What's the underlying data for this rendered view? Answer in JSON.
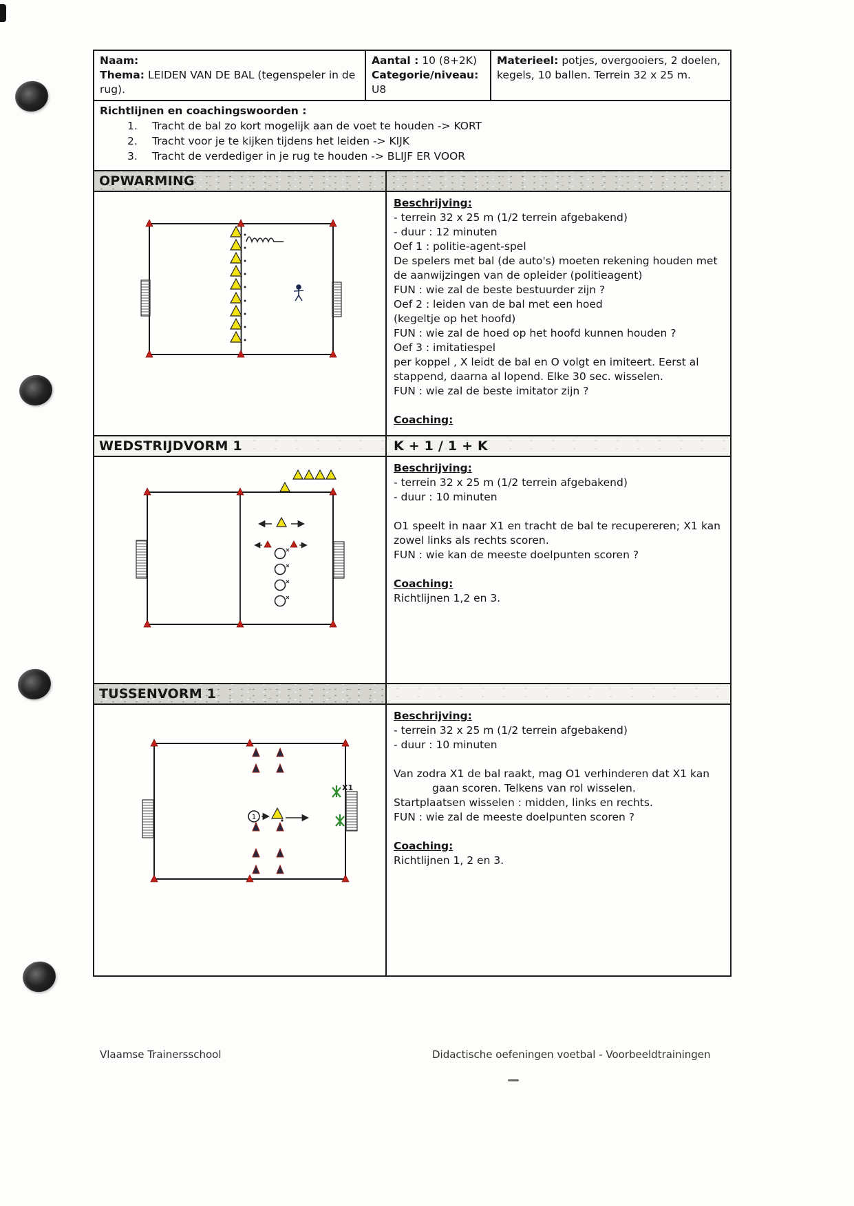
{
  "info": {
    "naam_label": "Naam:",
    "thema_label": "Thema:",
    "thema_value": "LEIDEN VAN DE BAL (tegenspeler in de rug).",
    "aantal_label": "Aantal :",
    "aantal_value": "10 (8+2K)",
    "categorie_label": "Categorie/niveau:",
    "categorie_value": "U8",
    "materieel_label": "Materieel:",
    "materieel_value": "potjes, overgooiers, 2 doelen, kegels, 10 ballen. Terrein 32 x 25 m."
  },
  "richtlijnen": {
    "title": "Richtlijnen en coachingswoorden :",
    "items": [
      {
        "num": "1.",
        "text": "Tracht de bal zo kort mogelijk aan de voet te houden -> KORT"
      },
      {
        "num": "2.",
        "text": "Tracht voor je te kijken tijdens het leiden -> KIJK"
      },
      {
        "num": "3.",
        "text": "Tracht de verdediger in je rug te houden -> BLIJF ER VOOR"
      }
    ]
  },
  "opwarming": {
    "title": "OPWARMING",
    "beschrijving_label": "Beschrijving:",
    "lines": [
      "- terrein 32 x 25 m (1/2 terrein afgebakend)",
      "- duur : 12 minuten",
      "Oef 1 : politie-agent-spel",
      "De spelers met bal (de auto's) moeten rekening houden met de aanwijzingen van de opleider (politieagent)",
      "FUN : wie zal de beste bestuurder zijn ?",
      "Oef 2 : leiden van de bal met een hoed",
      "(kegeltje op het hoofd)",
      "FUN : wie zal de hoed op het hoofd kunnen houden ?",
      "Oef 3 : imitatiespel",
      "per koppel , X leidt de bal en O volgt en imiteert. Eerst al stappend, daarna al lopend. Elke 30 sec. wisselen.",
      "FUN : wie zal de beste imitator zijn ?"
    ],
    "coaching_label": "Coaching:"
  },
  "wedstrijdvorm": {
    "title": "WEDSTRIJDVORM 1",
    "subtitle": "K + 1 / 1 + K",
    "beschrijving_label": "Beschrijving:",
    "lines": [
      "- terrein 32 x 25 m (1/2 terrein afgebakend)",
      "- duur : 10 minuten"
    ],
    "paragraph": "O1 speelt in naar X1 en tracht de bal te recupereren; X1 kan zowel links als rechts scoren.",
    "fun_line": "FUN : wie kan de meeste doelpunten scoren ?",
    "coaching_label": "Coaching:",
    "coaching_text": "Richtlijnen 1,2 en 3."
  },
  "tussenvorm": {
    "title": "TUSSENVORM 1",
    "beschrijving_label": "Beschrijving:",
    "lines": [
      "- terrein 32 x 25 m (1/2 terrein afgebakend)",
      "- duur : 10 minuten"
    ],
    "para_line1": "Van zodra X1 de bal raakt, mag O1 verhinderen dat X1 kan",
    "para_line2": "gaan scoren. Telkens van rol wisselen.",
    "line3": "Startplaatsen wisselen : midden, links en rechts.",
    "fun_line": "FUN : wie zal de meeste doelpunten scoren ?",
    "coaching_label": "Coaching:",
    "coaching_text": "Richtlijnen 1, 2 en 3.",
    "diagram_labels": {
      "o1_number": "1",
      "x1": "X1"
    }
  },
  "footer": {
    "left": "Vlaamse Trainersschool",
    "right": "Didactische oefeningen voetbal - Voorbeeldtrainingen"
  }
}
